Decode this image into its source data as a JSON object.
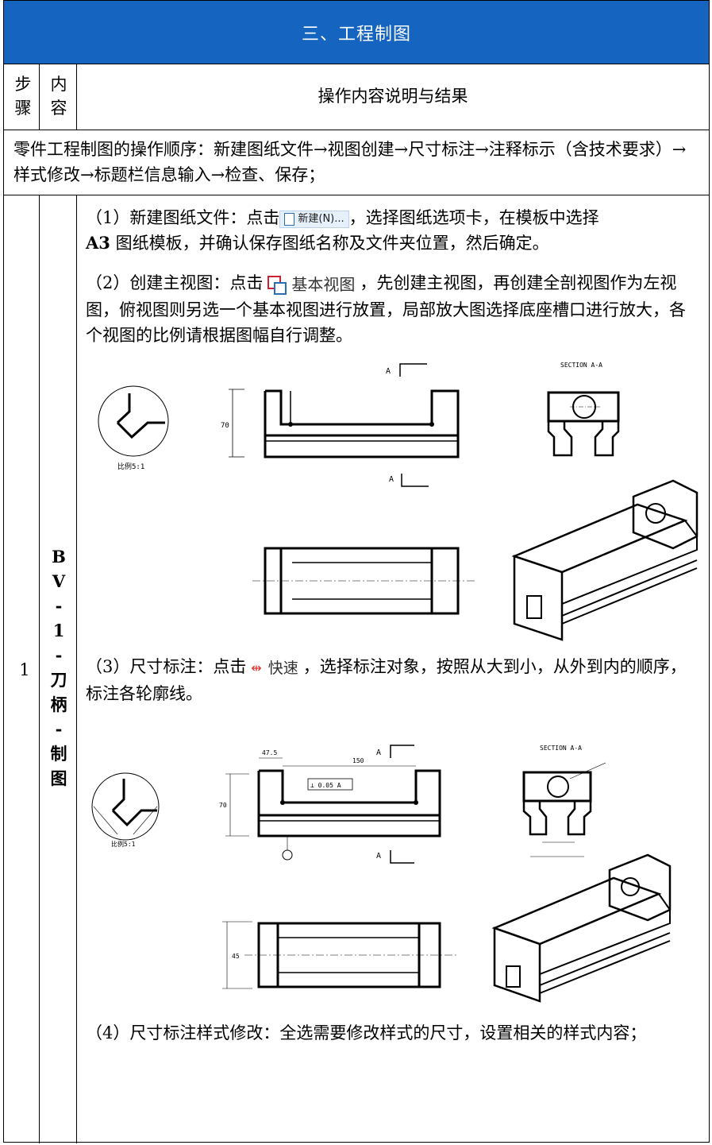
{
  "header": {
    "title": "三、工程制图"
  },
  "columns": {
    "step": "步骤",
    "content": "内容",
    "description": "操作内容说明与结果"
  },
  "intro": "零件工程制图的操作顺序：新建图纸文件→视图创建→尺寸标注→注释标示（含技术要求）→样式修改→标题栏信息输入→检查、保存；",
  "row": {
    "step_number": "1",
    "content_label_chars": [
      "B",
      "V",
      "-",
      "1",
      "-",
      "刀",
      "柄",
      "-",
      "制",
      "图"
    ]
  },
  "steps": {
    "s1_prefix": "（1）新建图纸文件：点击",
    "s1_button": "新建(N)...",
    "s1_suffix": "，选择图纸选项卡，在模板中选择",
    "s1_bold": "A3",
    "s1_rest": "图纸模板，并确认保存图纸名称及文件夹位置，然后确定。",
    "s2_prefix": "（2）创建主视图：点击",
    "s2_button": "基本视图",
    "s2_rest": "，先创建主视图，再创建全剖视图作为左视图，俯视图则另选一个基本视图进行放置，局部放大图选择底座槽口进行放大，各个视图的比例请根据图幅自行调整。",
    "s3_prefix": "（3）尺寸标注：点击",
    "s3_button": "快速",
    "s3_rest": "，选择标注对象，按照从大到小，从外到内的顺序，标注各轮廓线。",
    "s4": "（4）尺寸标注样式修改：全选需要修改样式的尺寸，设置相关的样式内容；"
  },
  "drawing1": {
    "section_label_top": "A",
    "section_label_bottom": "A",
    "section_title": "SECTION A-A",
    "detail_label": "比例5:1",
    "dim_height": "70"
  },
  "drawing2": {
    "section_label_top": "A",
    "section_label_bottom": "A",
    "section_title": "SECTION A-A",
    "detail_label": "比例5:1",
    "dim_top": "150",
    "dim_left_small": "47.5",
    "dim_height": "70",
    "tolerance": "⊥ 0.05 A",
    "dim_plan": "45"
  },
  "colors": {
    "header_bg": "#1565c0",
    "header_text": "#ffffff",
    "border": "#000000"
  }
}
